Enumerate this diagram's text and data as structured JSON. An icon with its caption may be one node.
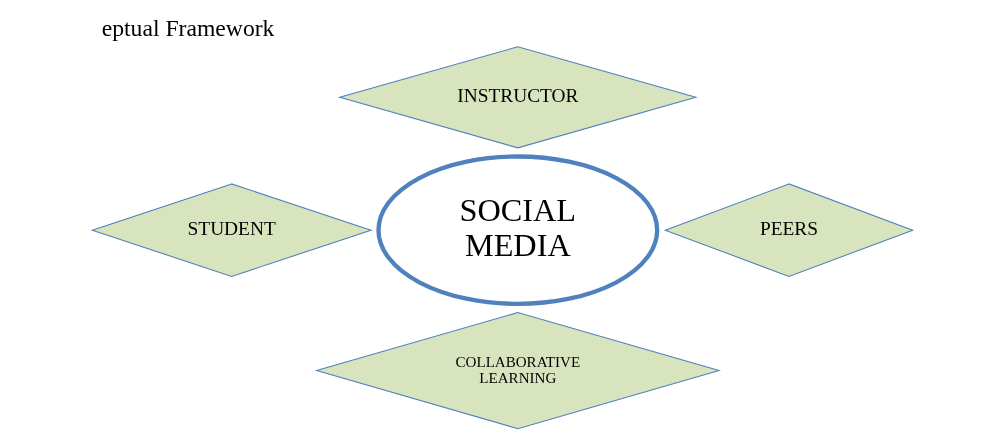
{
  "diagram": {
    "title": "eptual Framework",
    "nodes": [
      {
        "text": [
          "INSTRUCTOR"
        ]
      },
      {
        "text": [
          "STUDENT"
        ]
      },
      {
        "text": [
          "SOCIAL MEDIA"
        ]
      },
      {
        "text": [
          "PEERS"
        ]
      },
      {
        "text": [
          "COLLABORATIVE LEARNING"
        ]
      }
    ],
    "edges": []
  }
}
